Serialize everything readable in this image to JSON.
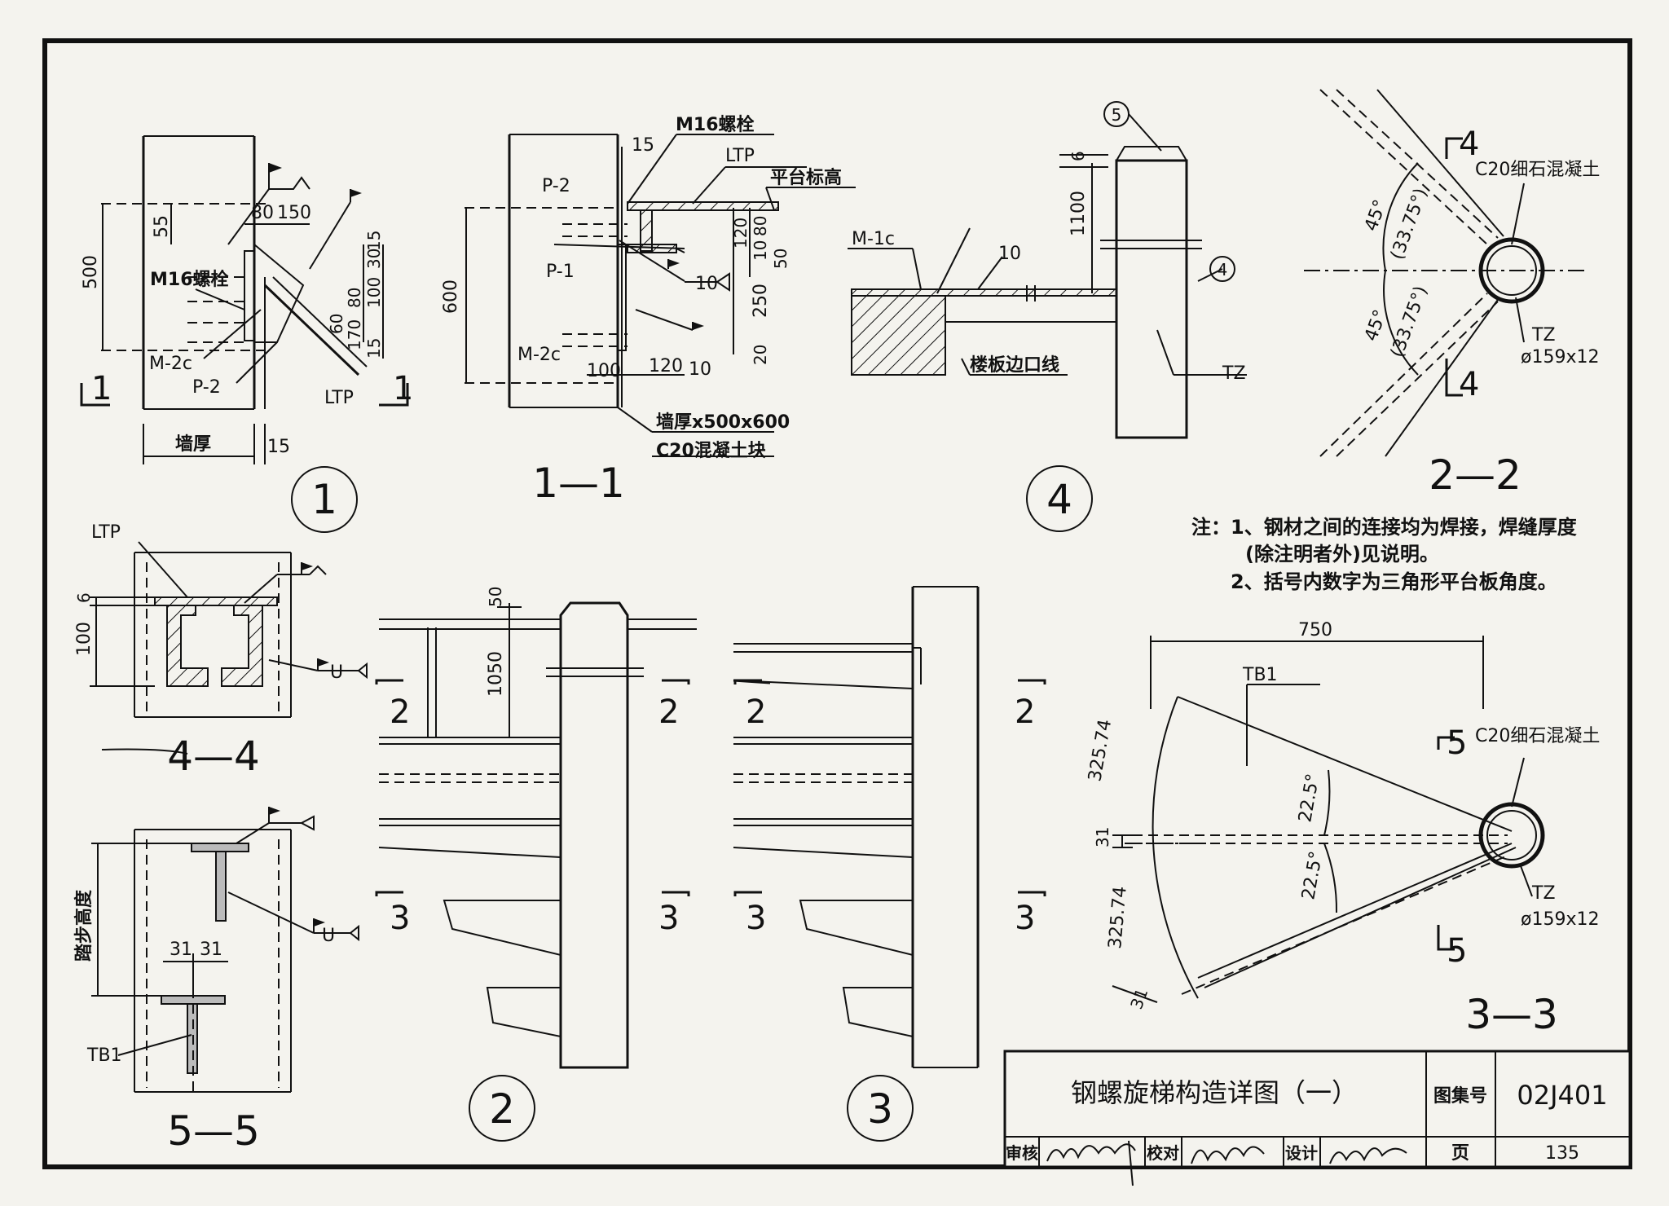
{
  "title_block": {
    "title": "钢螺旋梯构造详图（一）",
    "atlas_label": "图集号",
    "atlas_no": "02J401",
    "page_label": "页",
    "page_no": "135",
    "review_label": "审核",
    "check_label": "校对",
    "design_label": "设计"
  },
  "notes": {
    "line1": "注：1、钢材之间的连接均为焊接，焊缝厚度",
    "line2": "(除注明者外)见说明。",
    "line3": "2、括号内数字为三角形平台板角度。"
  },
  "detail1": {
    "label": "1",
    "m16": "M16螺栓",
    "m2c": "M-2c",
    "p2": "P-2",
    "ltp": "LTP",
    "wall": "墙厚",
    "d500": "500",
    "d55": "55",
    "d80": "80",
    "d150": "150",
    "d15a": "15",
    "d15b": "15",
    "d15c": "15",
    "dim_col": [
      "30",
      "100",
      "80",
      "60",
      "170"
    ],
    "sec": "1"
  },
  "detail11": {
    "label": "1—1",
    "m16": "M16螺栓",
    "ltp": "LTP",
    "platform": "平台标高",
    "p2": "P-2",
    "p1": "P-1",
    "m2c": "M-2c",
    "d600": "600",
    "d15": "15",
    "d10a": "10",
    "d10b": "10",
    "d100": "100",
    "d120": "120",
    "d120v": "120",
    "d80": "80",
    "d10v": "10",
    "d50": "50",
    "d250": "250",
    "d20": "20",
    "block1": "墙厚x500x600",
    "block2": "C20混凝土块"
  },
  "detail4": {
    "label": "4",
    "m1c": "M-1c",
    "d10": "10",
    "d1100": "1100",
    "d6": "6",
    "edge": "楼板边口线",
    "tz": "TZ",
    "c5": "5",
    "c4": "4"
  },
  "detail22": {
    "label": "2—2",
    "c20": "C20细石混凝土",
    "a1": "45°",
    "a2": "(33.75°)",
    "a3": "45°",
    "a4": "(33.75°)",
    "tz": "TZ",
    "pipe": "ø159x12",
    "sec_a": "4",
    "sec_b": "4"
  },
  "detail44": {
    "label": "4—4",
    "ltp": "LTP",
    "d6": "6",
    "d100": "100",
    "weld": "U"
  },
  "detail55": {
    "label": "5—5",
    "step": "踏步高度",
    "d31a": "31",
    "d31b": "31",
    "tb1": "TB1",
    "weld": "U"
  },
  "detail2": {
    "label": "2",
    "d50": "50",
    "d1050": "1050",
    "s2a": "2",
    "s2b": "2",
    "s3a": "3",
    "s3b": "3"
  },
  "detail3": {
    "label": "3",
    "s2a": "2",
    "s2b": "2",
    "s3a": "3",
    "s3b": "3"
  },
  "detail33": {
    "label": "3—3",
    "d750": "750",
    "tb1": "TB1",
    "c20": "C20细石混凝土",
    "r1": "325.74",
    "r2": "325.74",
    "a1": "22.5°",
    "a2": "22.5°",
    "d31a": "31",
    "d31b": "31",
    "tz": "TZ",
    "pipe": "ø159x12",
    "sec_a": "5",
    "sec_b": "5"
  }
}
